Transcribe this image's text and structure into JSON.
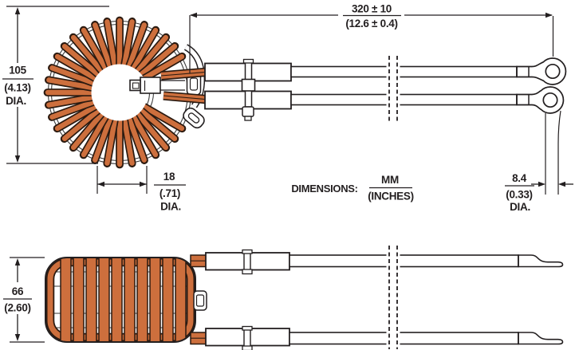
{
  "diagram": {
    "units_label": "DIMENSIONS:",
    "units_mm": "MM",
    "units_inches": "(INCHES)",
    "dim_outer_dia": {
      "mm": "105",
      "in": "(4.13)",
      "suffix": "DIA."
    },
    "dim_lead_length": {
      "mm": "320 ± 10",
      "in": "(12.6 ± 0.4)"
    },
    "dim_core_dia": {
      "mm": "18",
      "in": "(.71)",
      "suffix": "DIA."
    },
    "dim_terminal_dia": {
      "mm": "8.4",
      "in": "(0.33)",
      "suffix": "DIA."
    },
    "dim_height": {
      "mm": "66",
      "in": "(2.60)"
    },
    "colors": {
      "copper": "#cd6f3d",
      "line": "#231f20",
      "winding_outline": "#2b1a10"
    }
  }
}
